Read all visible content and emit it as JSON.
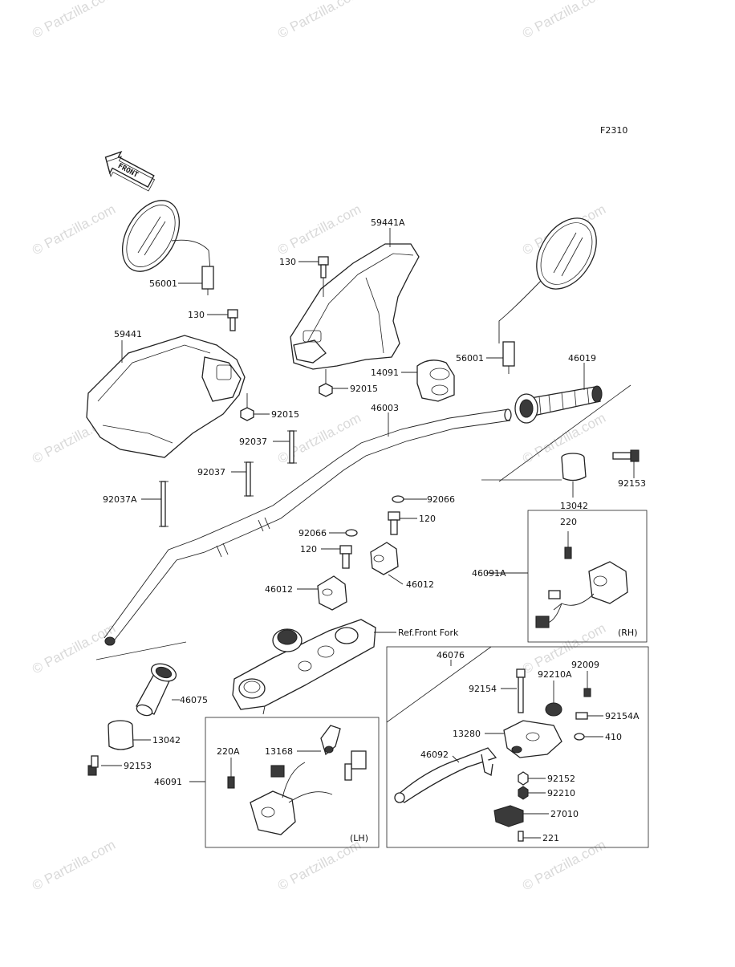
{
  "diagram_code": "F2310",
  "front_label": "FRONT",
  "watermark": "© Partzilla.com",
  "parts": {
    "p56001_l": "56001",
    "p130_l": "130",
    "p59441": "59441",
    "p92015_l": "92015",
    "p92037": "92037",
    "p92037_b": "92037",
    "p92037A": "92037A",
    "p59441A": "59441A",
    "p130_c": "130",
    "p92015_c": "92015",
    "p14091": "14091",
    "p46003": "46003",
    "p56001_r": "56001",
    "p46019": "46019",
    "p92153_r": "92153",
    "p13042_r": "13042",
    "p92066_a": "92066",
    "p120_a": "120",
    "p92066_b": "92066",
    "p120_b": "120",
    "p46012_a": "46012",
    "p46012_b": "46012",
    "ref_front_fork": "Ref.Front Fork",
    "p46075": "46075",
    "p13042_l": "13042",
    "p92153_l": "92153",
    "p220": "220",
    "p46091A": "46091A",
    "rh_tag": "(RH)",
    "p46076": "46076",
    "p92009": "92009",
    "p92154": "92154",
    "p92210A": "92210A",
    "p92154A": "92154A",
    "p13280": "13280",
    "p410": "410",
    "p46092": "46092",
    "p92152": "92152",
    "p92210": "92210",
    "p27010": "27010",
    "p221": "221",
    "p220A": "220A",
    "p13168": "13168",
    "p46091": "46091",
    "lh_tag": "(LH)"
  }
}
